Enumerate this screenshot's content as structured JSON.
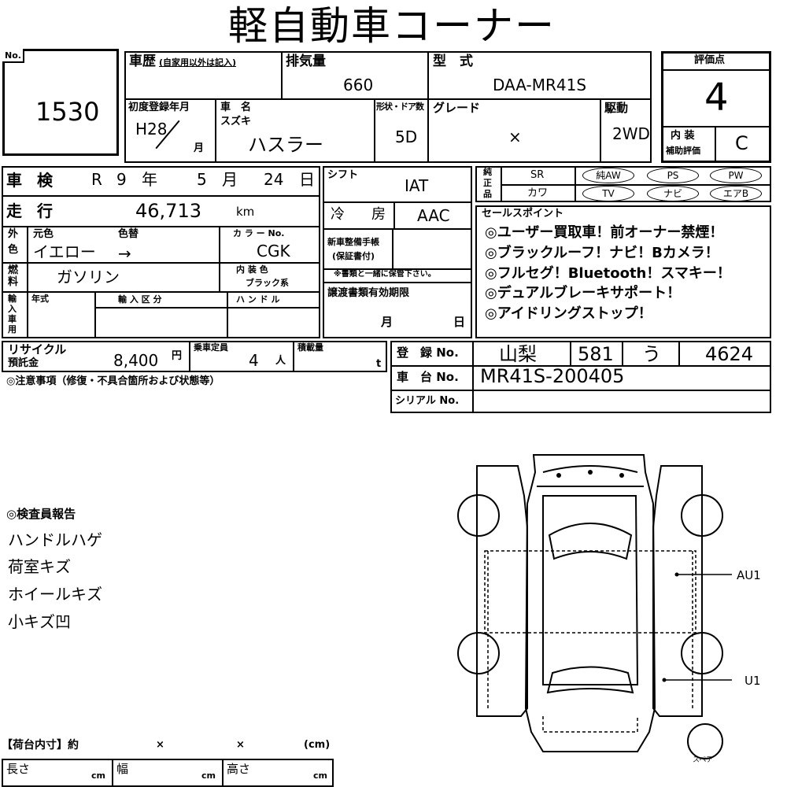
{
  "title": "軽自動車コーナー",
  "lot": {
    "label": "No.",
    "number": "1530"
  },
  "history": {
    "label": "車歴",
    "note": "(自家用以外は記入)"
  },
  "displacement": {
    "label": "排気量",
    "value": "660"
  },
  "model": {
    "label": "型　式",
    "value": "DAA-MR41S"
  },
  "score": {
    "label": "評価点",
    "value": "4",
    "interior_label_1": "内 装",
    "interior_label_2": "補助評価",
    "interior_value": "C"
  },
  "first_reg": {
    "label": "初度登録年月",
    "era": "H28",
    "month_suffix": "月"
  },
  "car_name": {
    "label": "車　名",
    "maker": "スズキ",
    "name": "ハスラー"
  },
  "doors": {
    "label": "形状・ドア数",
    "value": "5D"
  },
  "grade": {
    "label": "グレード",
    "value": "×"
  },
  "drive": {
    "label": "駆動",
    "value": "2WD"
  },
  "inspection": {
    "label": "車 検",
    "era": "R",
    "year": "9",
    "year_suffix": "年",
    "month": "5",
    "month_suffix": "月",
    "day": "24",
    "day_suffix": "日"
  },
  "shift": {
    "label": "シフト",
    "value": "IAT"
  },
  "equipment": {
    "label_1": "純",
    "label_2": "正",
    "label_3": "品",
    "sr": "SR",
    "kawa": "カワ",
    "pills": [
      "純AW",
      "PS",
      "PW",
      "TV",
      "ナビ",
      "エアB"
    ]
  },
  "mileage": {
    "label": "走 行",
    "value": "46,713",
    "unit": "km"
  },
  "ac": {
    "label": "冷　房",
    "value": "AAC"
  },
  "color": {
    "label_ext_1": "外",
    "label_ext_2": "色",
    "orig_label": "元色",
    "change_label": "色替",
    "orig_value": "イエロー",
    "arrow": "→",
    "code_label": "カ ラ ー No.",
    "code_value": "CGK"
  },
  "fuel": {
    "label_1": "燃",
    "label_2": "料",
    "value": "ガソリン",
    "interior_color_label": "内 装 色",
    "interior_color_value": "ブラック系"
  },
  "manual": {
    "label_1": "新車整備手帳",
    "label_2": "(保証書付)",
    "note": "※書類と一緒に保管下さい。"
  },
  "import": {
    "label_1": "輸",
    "label_2": "入",
    "label_3": "車",
    "label_4": "用",
    "year_label": "年式",
    "category_label": "輸 入 区 分",
    "handle_label": "ハ ン ド ル"
  },
  "transfer": {
    "label": "譲渡書類有効期限",
    "month_suffix": "月",
    "day_suffix": "日"
  },
  "sales_points": {
    "label": "セールスポイント",
    "items": [
      "◎ユーザー買取車！前オーナー禁煙！",
      "◎ブラックルーフ！ナビ！Bカメラ！",
      "◎フルセグ！Bluetooth！スマキー！",
      "◎デュアルブレーキサポート！",
      "◎アイドリングストップ！"
    ]
  },
  "recycle": {
    "label_1": "リサイクル",
    "label_2": "預託金",
    "value": "8,400",
    "unit": "円"
  },
  "capacity": {
    "label": "乗車定員",
    "value": "4",
    "unit": "人"
  },
  "load": {
    "label": "積載量",
    "unit": "t"
  },
  "registration": {
    "label": "登　録 No.",
    "region": "山梨",
    "class": "581",
    "kana": "う",
    "number": "4624"
  },
  "chassis": {
    "label": "車　台 No.",
    "value": "MR41S-200405"
  },
  "serial": {
    "label": "シリアル No."
  },
  "notes_label": "◎注意事項（修復・不具合箇所および状態等）",
  "inspector": {
    "label": "◎検査員報告",
    "items": [
      "ハンドルハゲ",
      "荷室キズ",
      "ホイールキズ",
      "小キズ凹"
    ]
  },
  "diagram": {
    "marks": [
      "AU1",
      "U1"
    ],
    "spare_label": "スペア"
  },
  "cargo": {
    "label": "【荷台内寸】約",
    "x1": "×",
    "x2": "×",
    "unit": "(cm)",
    "length_label": "長さ",
    "width_label": "幅",
    "height_label": "高さ",
    "cm": "cm"
  }
}
